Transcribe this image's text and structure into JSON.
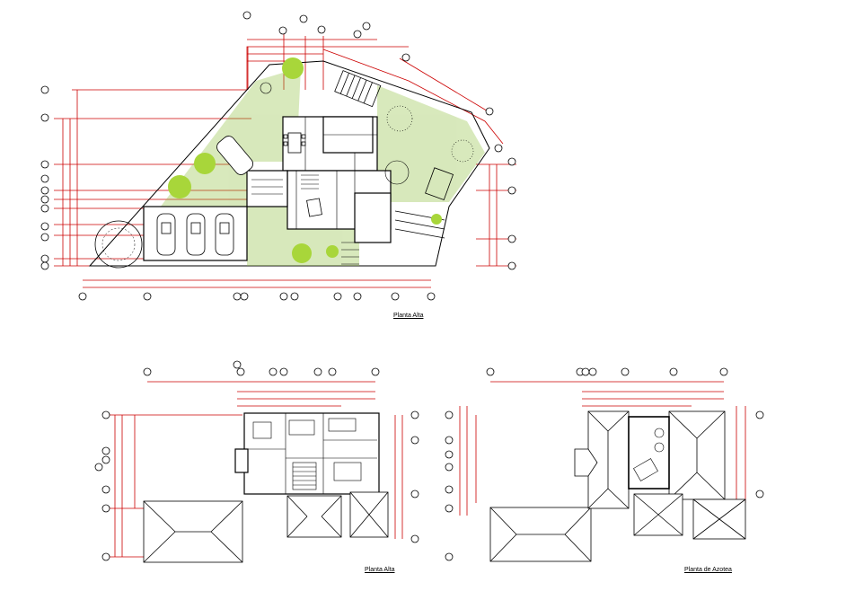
{
  "drawings": [
    {
      "id": "site-plan",
      "title": "Planta Alta"
    },
    {
      "id": "upper-floor-plan",
      "title": "Planta Alta"
    },
    {
      "id": "roof-plan",
      "title": "Planta de Azotea"
    }
  ],
  "colors": {
    "background": "#ffffff",
    "linework": "#000000",
    "dimension": "#cc0000",
    "vegetation": "#9acd32",
    "ground_hatch": "#8fbf3f"
  }
}
